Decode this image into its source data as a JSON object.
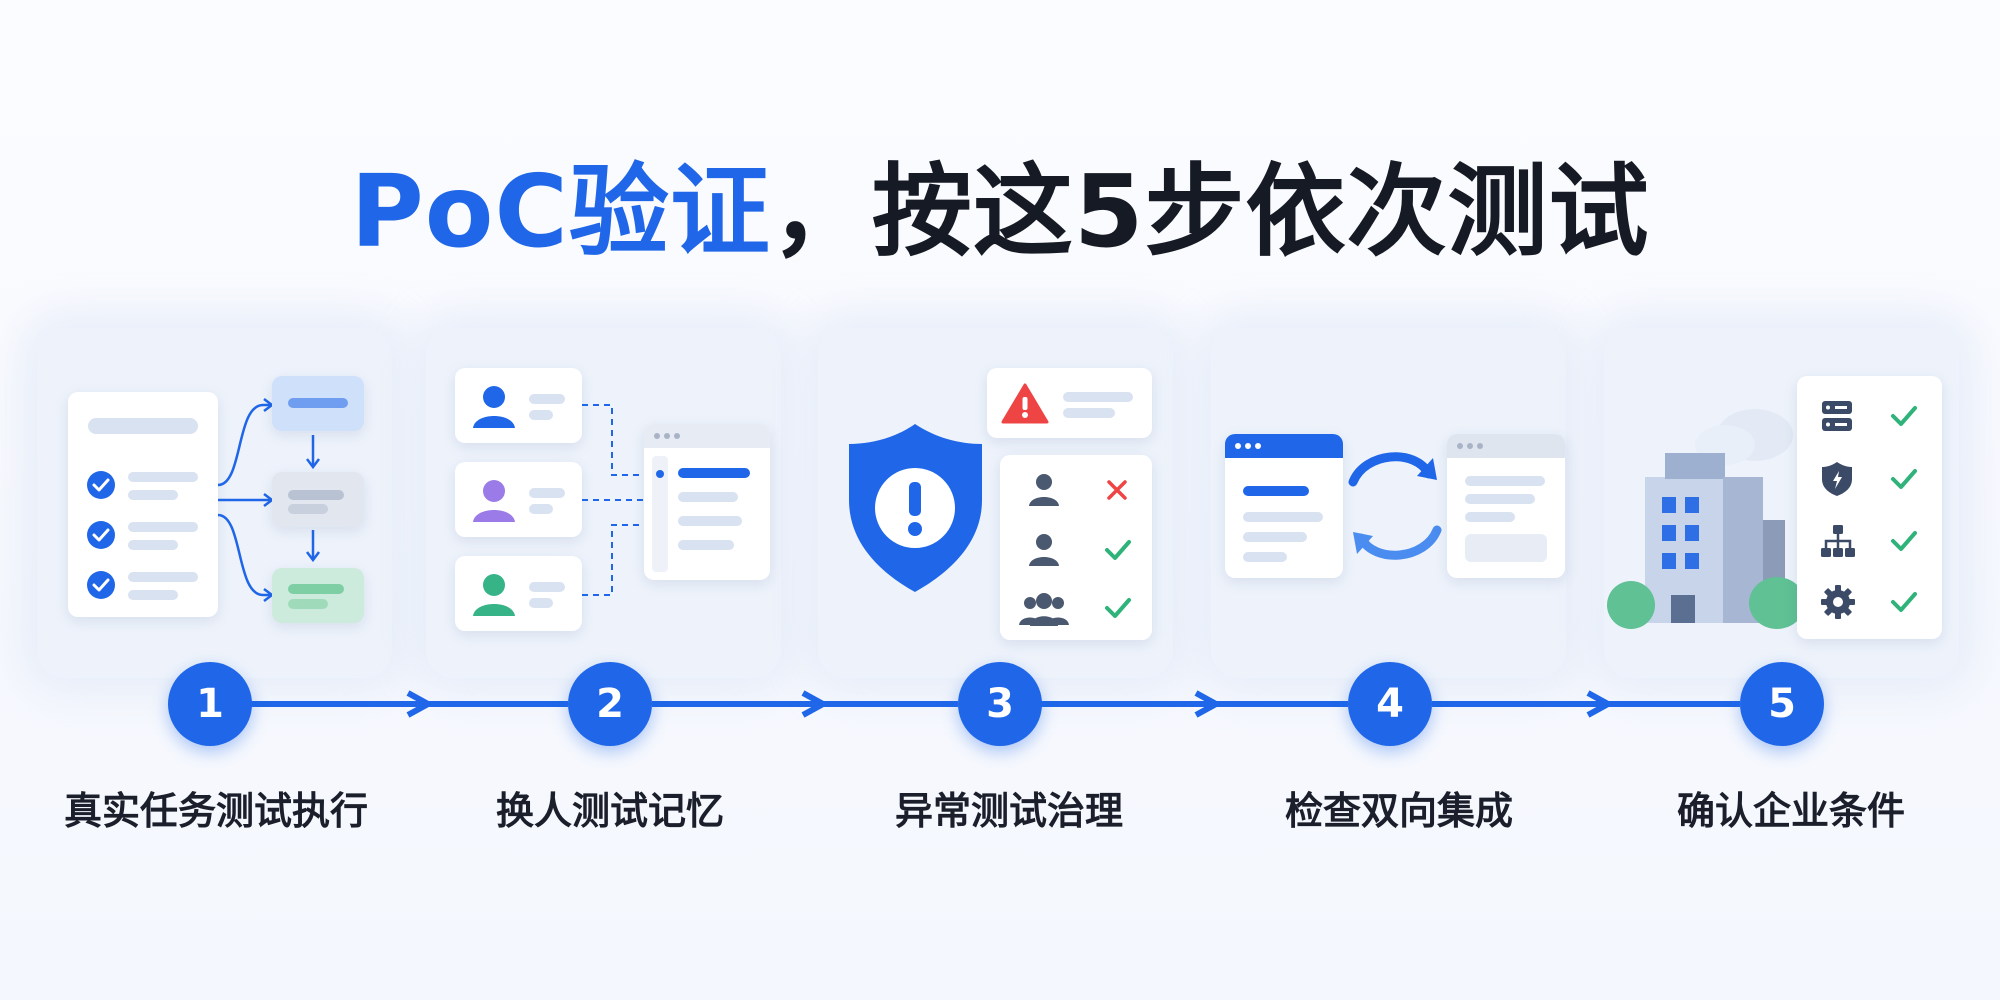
{
  "title": {
    "highlight": "PoC验证",
    "separator": "，",
    "rest": "按这5步依次测试"
  },
  "steps": [
    {
      "number": "1",
      "label": "真实任务测试执行"
    },
    {
      "number": "2",
      "label": "换人测试记忆"
    },
    {
      "number": "3",
      "label": "异常测试治理"
    },
    {
      "number": "4",
      "label": "检查双向集成"
    },
    {
      "number": "5",
      "label": "确认企业条件"
    }
  ],
  "colors": {
    "accent": "#1f67e8",
    "text": "#161a24",
    "check": "#2fb37a",
    "error": "#ef4444",
    "warning": "#ef4444"
  },
  "icons": [
    "checklist-icon",
    "user-icon",
    "shield-alert-icon",
    "sync-arrows-icon",
    "building-icon",
    "server-icon",
    "network-icon",
    "gear-icon"
  ]
}
